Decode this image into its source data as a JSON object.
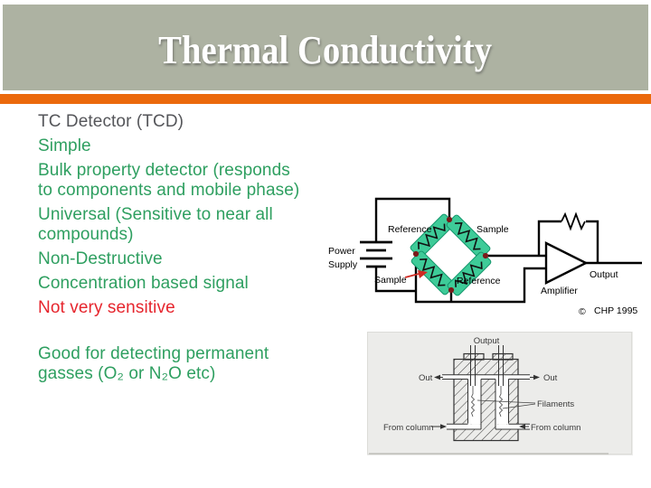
{
  "slide": {
    "title": "Thermal Conductivity"
  },
  "colors": {
    "banner": "#adb2a2",
    "accent": "#eb690c",
    "heading": "#55565a",
    "green": "#2e9f60",
    "red": "#e6252d",
    "resgreen": "#3ecb98",
    "maroon": "#7a1a1a",
    "arrowred": "#cf2a22"
  },
  "bullets": [
    {
      "style": "heading",
      "lines": [
        "TC Detector (TCD)"
      ]
    },
    {
      "style": "green",
      "lines": [
        "Simple"
      ]
    },
    {
      "style": "green",
      "lines": [
        "Bulk property detector (responds",
        "to components and mobile phase)"
      ]
    },
    {
      "style": "green",
      "lines": [
        "Universal (Sensitive to near all",
        "compounds)"
      ]
    },
    {
      "style": "green",
      "lines": [
        "Non-Destructive"
      ]
    },
    {
      "style": "green",
      "lines": [
        "Concentration based signal"
      ]
    },
    {
      "style": "red",
      "lines": [
        "Not very sensitive"
      ]
    },
    {
      "style": "green spacer",
      "lines": [
        "Good for detecting permanent",
        "gasses (O₂ or N₂O etc)"
      ]
    }
  ],
  "circuit": {
    "labels": {
      "power_line1": "Power",
      "power_line2": "Supply",
      "reference_top": "Reference",
      "sample_top": "Sample",
      "sample_bottom": "Sample",
      "reference_bottom": "Reference",
      "amplifier": "Amplifier",
      "output": "Output",
      "copyright_symbol": "©",
      "copyright_text": "CHP 1995"
    }
  },
  "detector_figure": {
    "labels": {
      "output": "Output",
      "out_left": "Out",
      "out_right": "Out",
      "filaments": "Filaments",
      "from_column_left": "From column",
      "from_column_right": "From column"
    }
  }
}
